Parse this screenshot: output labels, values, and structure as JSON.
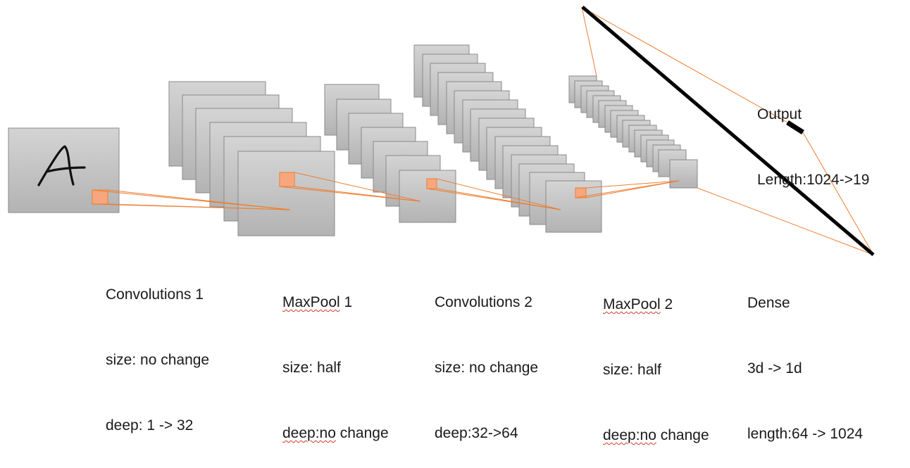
{
  "input": {
    "glyph": "A"
  },
  "captions": {
    "conv1": {
      "title": "Convolutions 1",
      "line1": "size: no change",
      "line2": "deep: 1 -> 32"
    },
    "pool1": {
      "title_word": "MaxPool",
      "title_num": " 1",
      "line1": "size: half",
      "line2_word": "deep:no",
      "line2_rest": " change"
    },
    "conv2": {
      "title": "Convolutions 2",
      "line1": "size: no change",
      "line2": "deep:32->64"
    },
    "pool2": {
      "title_word": "MaxPool",
      "title_num": " 2",
      "line1": "size: half",
      "line2_word": "deep:no",
      "line2_rest": " change"
    },
    "dense": {
      "title": "Dense",
      "line1": "3d -> 1d",
      "line2": "length:64 -> 1024"
    },
    "output": {
      "title": "Output",
      "line1": "Length:1024->19"
    }
  },
  "colors": {
    "map_fill": "#c6c6c6",
    "map_stroke": "#8a8a8a",
    "connector": "#ed7d31",
    "patch": "#f7a77e",
    "dense_bar": "#000000"
  }
}
